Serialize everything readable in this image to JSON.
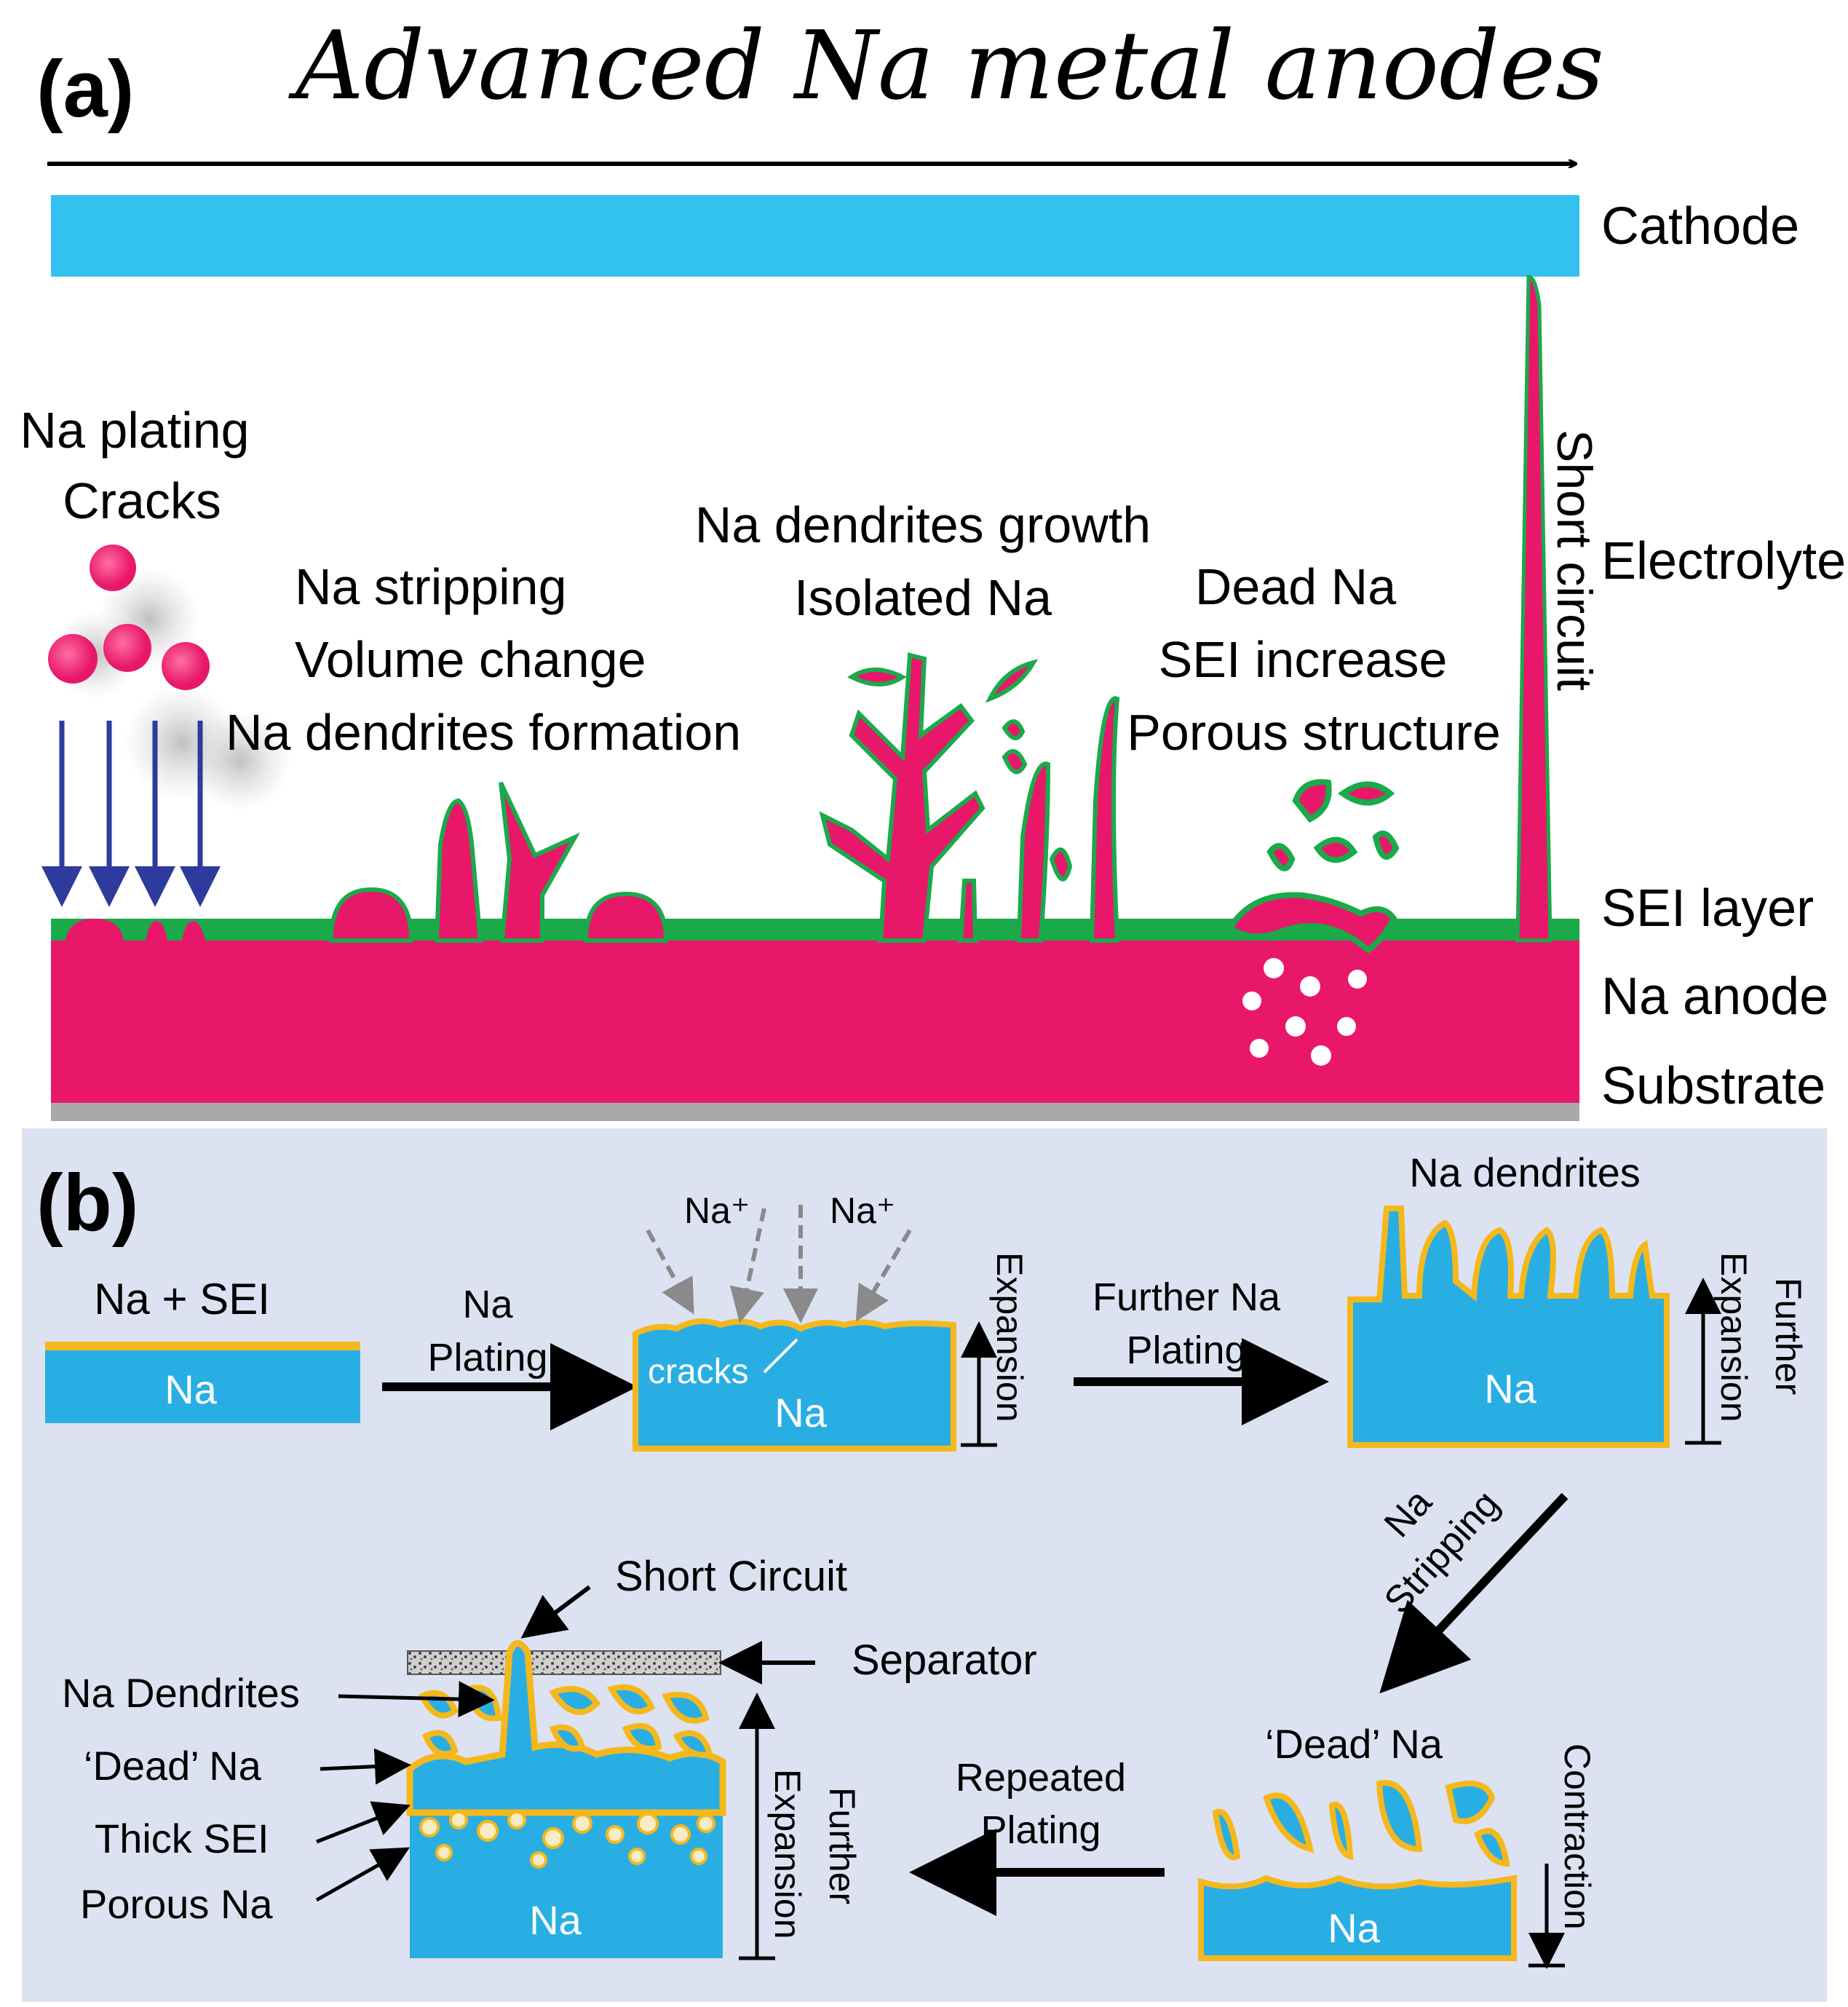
{
  "panel_a": {
    "label": "(a)",
    "title": "Advanced Na metal anodes",
    "layers": {
      "cathode": "Cathode",
      "electrolyte": "Electrolyte",
      "sei_layer": "SEI layer",
      "na_anode": "Na anode",
      "substrate": "Substrate"
    },
    "short_circuit": "Short circuit",
    "stage1": [
      "Na plating",
      "Cracks"
    ],
    "stage2": [
      "Na stripping",
      "Volume change",
      "Na dendrites formation"
    ],
    "stage3": [
      "Na dendrites growth",
      "Isolated  Na"
    ],
    "stage4": [
      "Dead Na",
      "SEI increase",
      "Porous structure"
    ],
    "colors": {
      "cathode": "#33c2f0",
      "sodium": "#e8176a",
      "sei": "#1aaa4a",
      "substrate": "#a9a9a9",
      "arrows": "#2e3a9c"
    }
  },
  "panel_b": {
    "label": "(b)",
    "background": "#dde2f2",
    "step1_title": "Na + SEI",
    "block_label": "Na",
    "arrow1": [
      "Na",
      "Plating"
    ],
    "na_ion": "Na⁺",
    "cracks": "cracks",
    "expansion": "Expansion",
    "arrow2": [
      "Further Na",
      "Plating"
    ],
    "dendrites_title": "Na dendrites",
    "further": "Further",
    "arrow3": [
      "Na",
      "Stripping"
    ],
    "dead_na_title": "‘Dead’ Na",
    "contraction": "Contraction",
    "arrow4": [
      "Repeated",
      "Plating"
    ],
    "short_circuit": "Short Circuit",
    "separator": "Separator",
    "callouts": [
      "Na Dendrites",
      "‘Dead’ Na",
      "Thick SEI",
      "Porous Na"
    ],
    "colors": {
      "na": "#29aee3",
      "sei": "#f5b81c"
    }
  }
}
